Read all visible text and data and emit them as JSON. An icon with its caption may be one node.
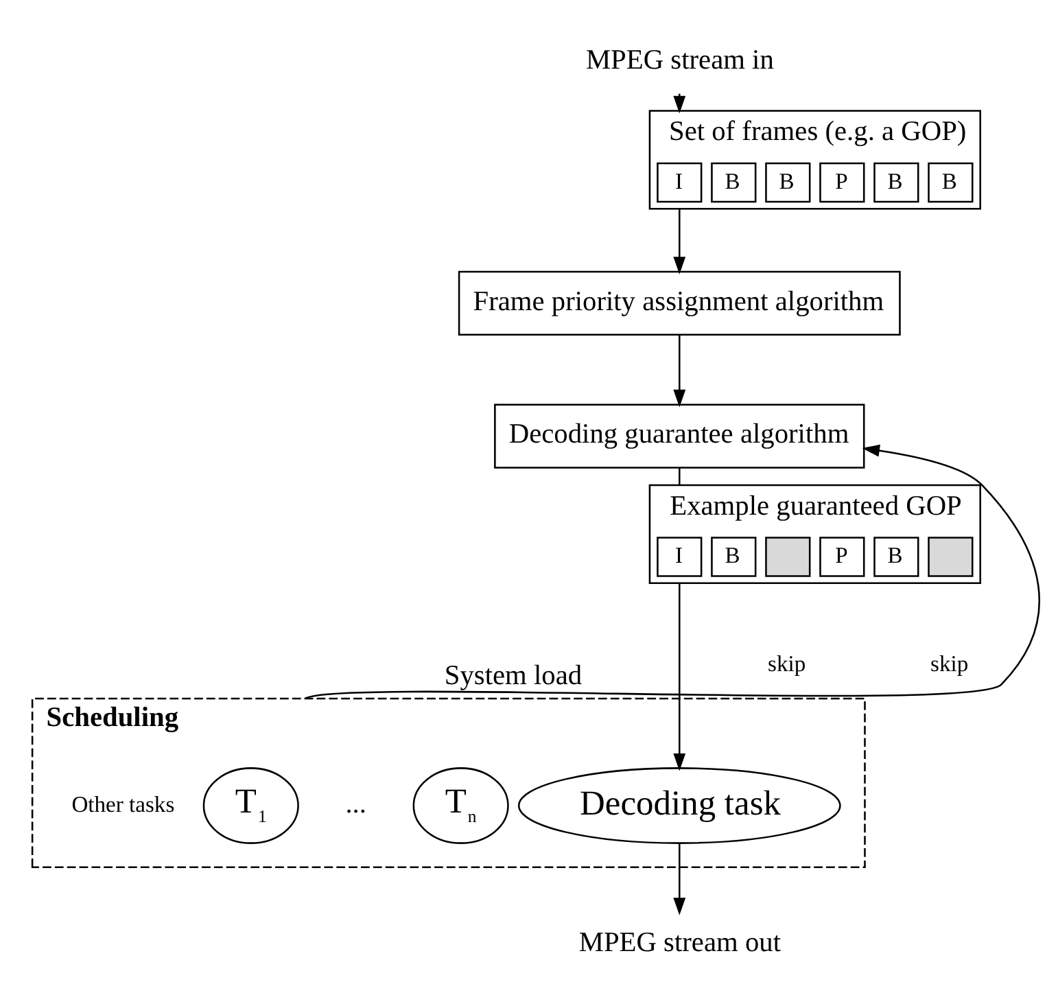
{
  "diagram": {
    "nodes": [
      {
        "text": [
          "MPEG stream in"
        ]
      },
      {
        "text": [
          "Set of frames (e.g. a GOP)"
        ]
      },
      {
        "text": [
          "I"
        ],
        "in": 1
      },
      {
        "text": [
          "B"
        ],
        "in": 1
      },
      {
        "text": [
          "B"
        ],
        "in": 1
      },
      {
        "text": [
          "P"
        ],
        "in": 1
      },
      {
        "text": [
          "B"
        ],
        "in": 1
      },
      {
        "text": [
          "B"
        ],
        "in": 1
      },
      {
        "text": [
          "Frame priority assignment algorithm"
        ]
      },
      {
        "text": [
          "Decoding guarantee algorithm"
        ]
      },
      {
        "text": [
          "Example guaranteed GOP"
        ]
      },
      {
        "text": [
          "I"
        ],
        "in": 10
      },
      {
        "text": [
          "B"
        ],
        "in": 10
      },
      {
        "text": [],
        "shape": "box",
        "in": 10,
        "beside": [
          "skip"
        ]
      },
      {
        "text": [
          "P"
        ],
        "in": 10
      },
      {
        "text": [
          "B"
        ],
        "in": 10
      },
      {
        "text": [],
        "shape": "box",
        "in": 10,
        "beside": [
          "skip"
        ]
      },
      {
        "text": [
          "Scheduling"
        ]
      },
      {
        "text": [
          "T$_{1}$"
        ],
        "in": 17,
        "beside": [
          "Other tasks"
        ]
      },
      {
        "text": [
          "T$_{n}$"
        ],
        "in": 17
      },
      {
        "text": [
          "Decoding task"
        ],
        "in": 17
      },
      {
        "text": [
          "MPEG stream out"
        ]
      }
    ],
    "edges": [
      {
        "from": 0,
        "to": 1,
        "arrow": "to"
      },
      {
        "from": 1,
        "to": 8,
        "arrow": "to"
      },
      {
        "from": 8,
        "to": 9,
        "arrow": "to"
      },
      {
        "from": 17,
        "to": 9,
        "arrow": "to",
        "label": "System load"
      },
      {
        "from": 9,
        "to": 10,
        "arrow": "none"
      },
      {
        "from": 10,
        "to": 20,
        "arrow": "to"
      },
      {
        "from": 20,
        "to": 21,
        "arrow": "to"
      }
    ],
    "labels": [
      "..."
    ]
  }
}
